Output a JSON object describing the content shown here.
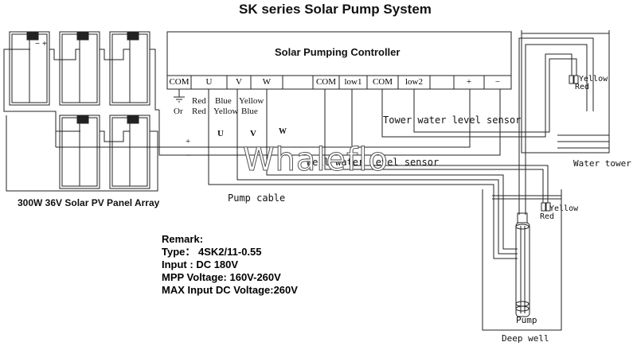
{
  "title": "SK series Solar Pump System",
  "controller": {
    "title": "Solar Pumping Controller",
    "terminals": [
      "COM",
      "U",
      "V",
      "W",
      "",
      "COM",
      "low1",
      "COM",
      "low2",
      "",
      "+",
      "−"
    ]
  },
  "wire_labels": {
    "com_or": "Or",
    "u_red_1": "Red",
    "u_red_2": "Red",
    "v_blue": "Blue",
    "v_yellow": "Yellow",
    "w_yellow": "Yellow",
    "w_blue": "Blue",
    "letter_u": "U",
    "letter_v": "V",
    "letter_w": "W",
    "pv_plus": "+",
    "pv_minus": "−"
  },
  "labels": {
    "tower_sensor": "Tower water level sensor",
    "well_sensor": "Well water level sensor",
    "pump_cable": "Pump cable",
    "panel_array": "300W 36V Solar PV Panel Array",
    "water_tower": "Water tower",
    "deep_well": "Deep well",
    "pump": "Pump",
    "tower_yellow": "Yellow",
    "tower_red": "Red",
    "well_yellow": "Yellow",
    "well_red": "Red",
    "panel_minus": "−",
    "panel_plus": "+"
  },
  "watermark": "Whaleflo",
  "remark": {
    "heading": "Remark:",
    "lines": [
      "Type： 4SK2/11-0.55",
      "Input : DC 180V",
      "MPP Voltage:  160V-260V",
      "MAX Input DC Voltage:260V"
    ]
  }
}
